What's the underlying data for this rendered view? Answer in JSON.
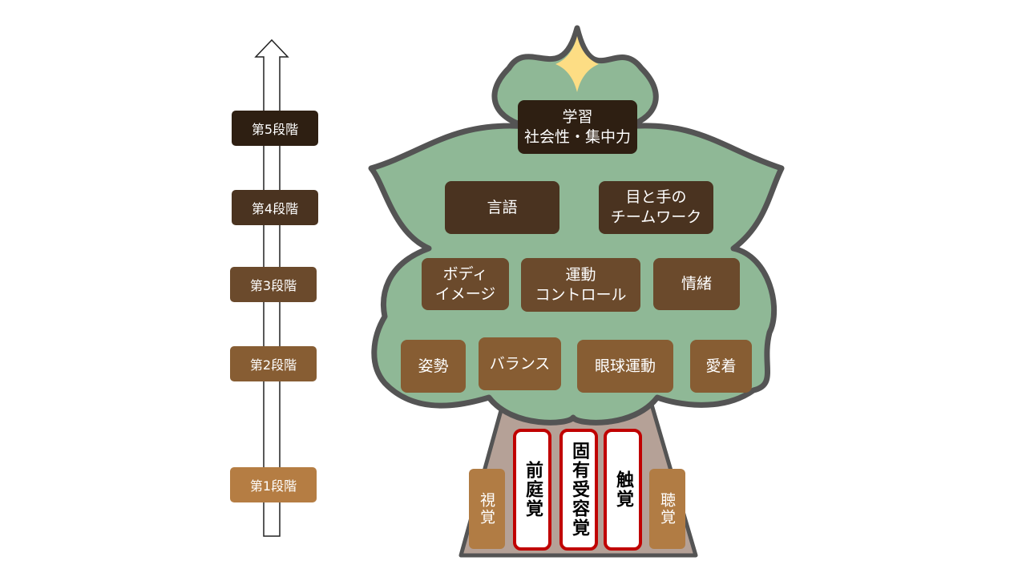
{
  "stages": [
    {
      "label": "第5段階",
      "color": "#2e1f12"
    },
    {
      "label": "第4段階",
      "color": "#4a3320"
    },
    {
      "label": "第3段階",
      "color": "#6b4a2c"
    },
    {
      "label": "第2段階",
      "color": "#875d33"
    },
    {
      "label": "第1段階",
      "color": "#b57d43"
    }
  ],
  "level5": {
    "text": "学習\n社会性・集中力"
  },
  "level4": [
    {
      "text": "言語"
    },
    {
      "text": "目と手の\nチームワーク"
    }
  ],
  "level3": [
    {
      "text": "ボディ\nイメージ"
    },
    {
      "text": "運動\nコントロール"
    },
    {
      "text": "情緒"
    }
  ],
  "level2": [
    {
      "text": "姿勢"
    },
    {
      "text": "バランス"
    },
    {
      "text": "眼球運動"
    },
    {
      "text": "愛着"
    }
  ],
  "level1": {
    "left": "視覚",
    "core": [
      "前庭覚",
      "固有受容覚",
      "触覚"
    ],
    "right": "聴覚"
  },
  "colors": {
    "canopy": "#8fb896",
    "canopy_outline": "#545454",
    "trunk": "#b5a197",
    "star": "#fddd84",
    "core_border": "#c00000",
    "level5_box": "#2e1f12",
    "level4_box": "#4a3320",
    "level3_box": "#6b4a2c",
    "level2_box": "#875d33",
    "level1_box": "#b17c44"
  }
}
